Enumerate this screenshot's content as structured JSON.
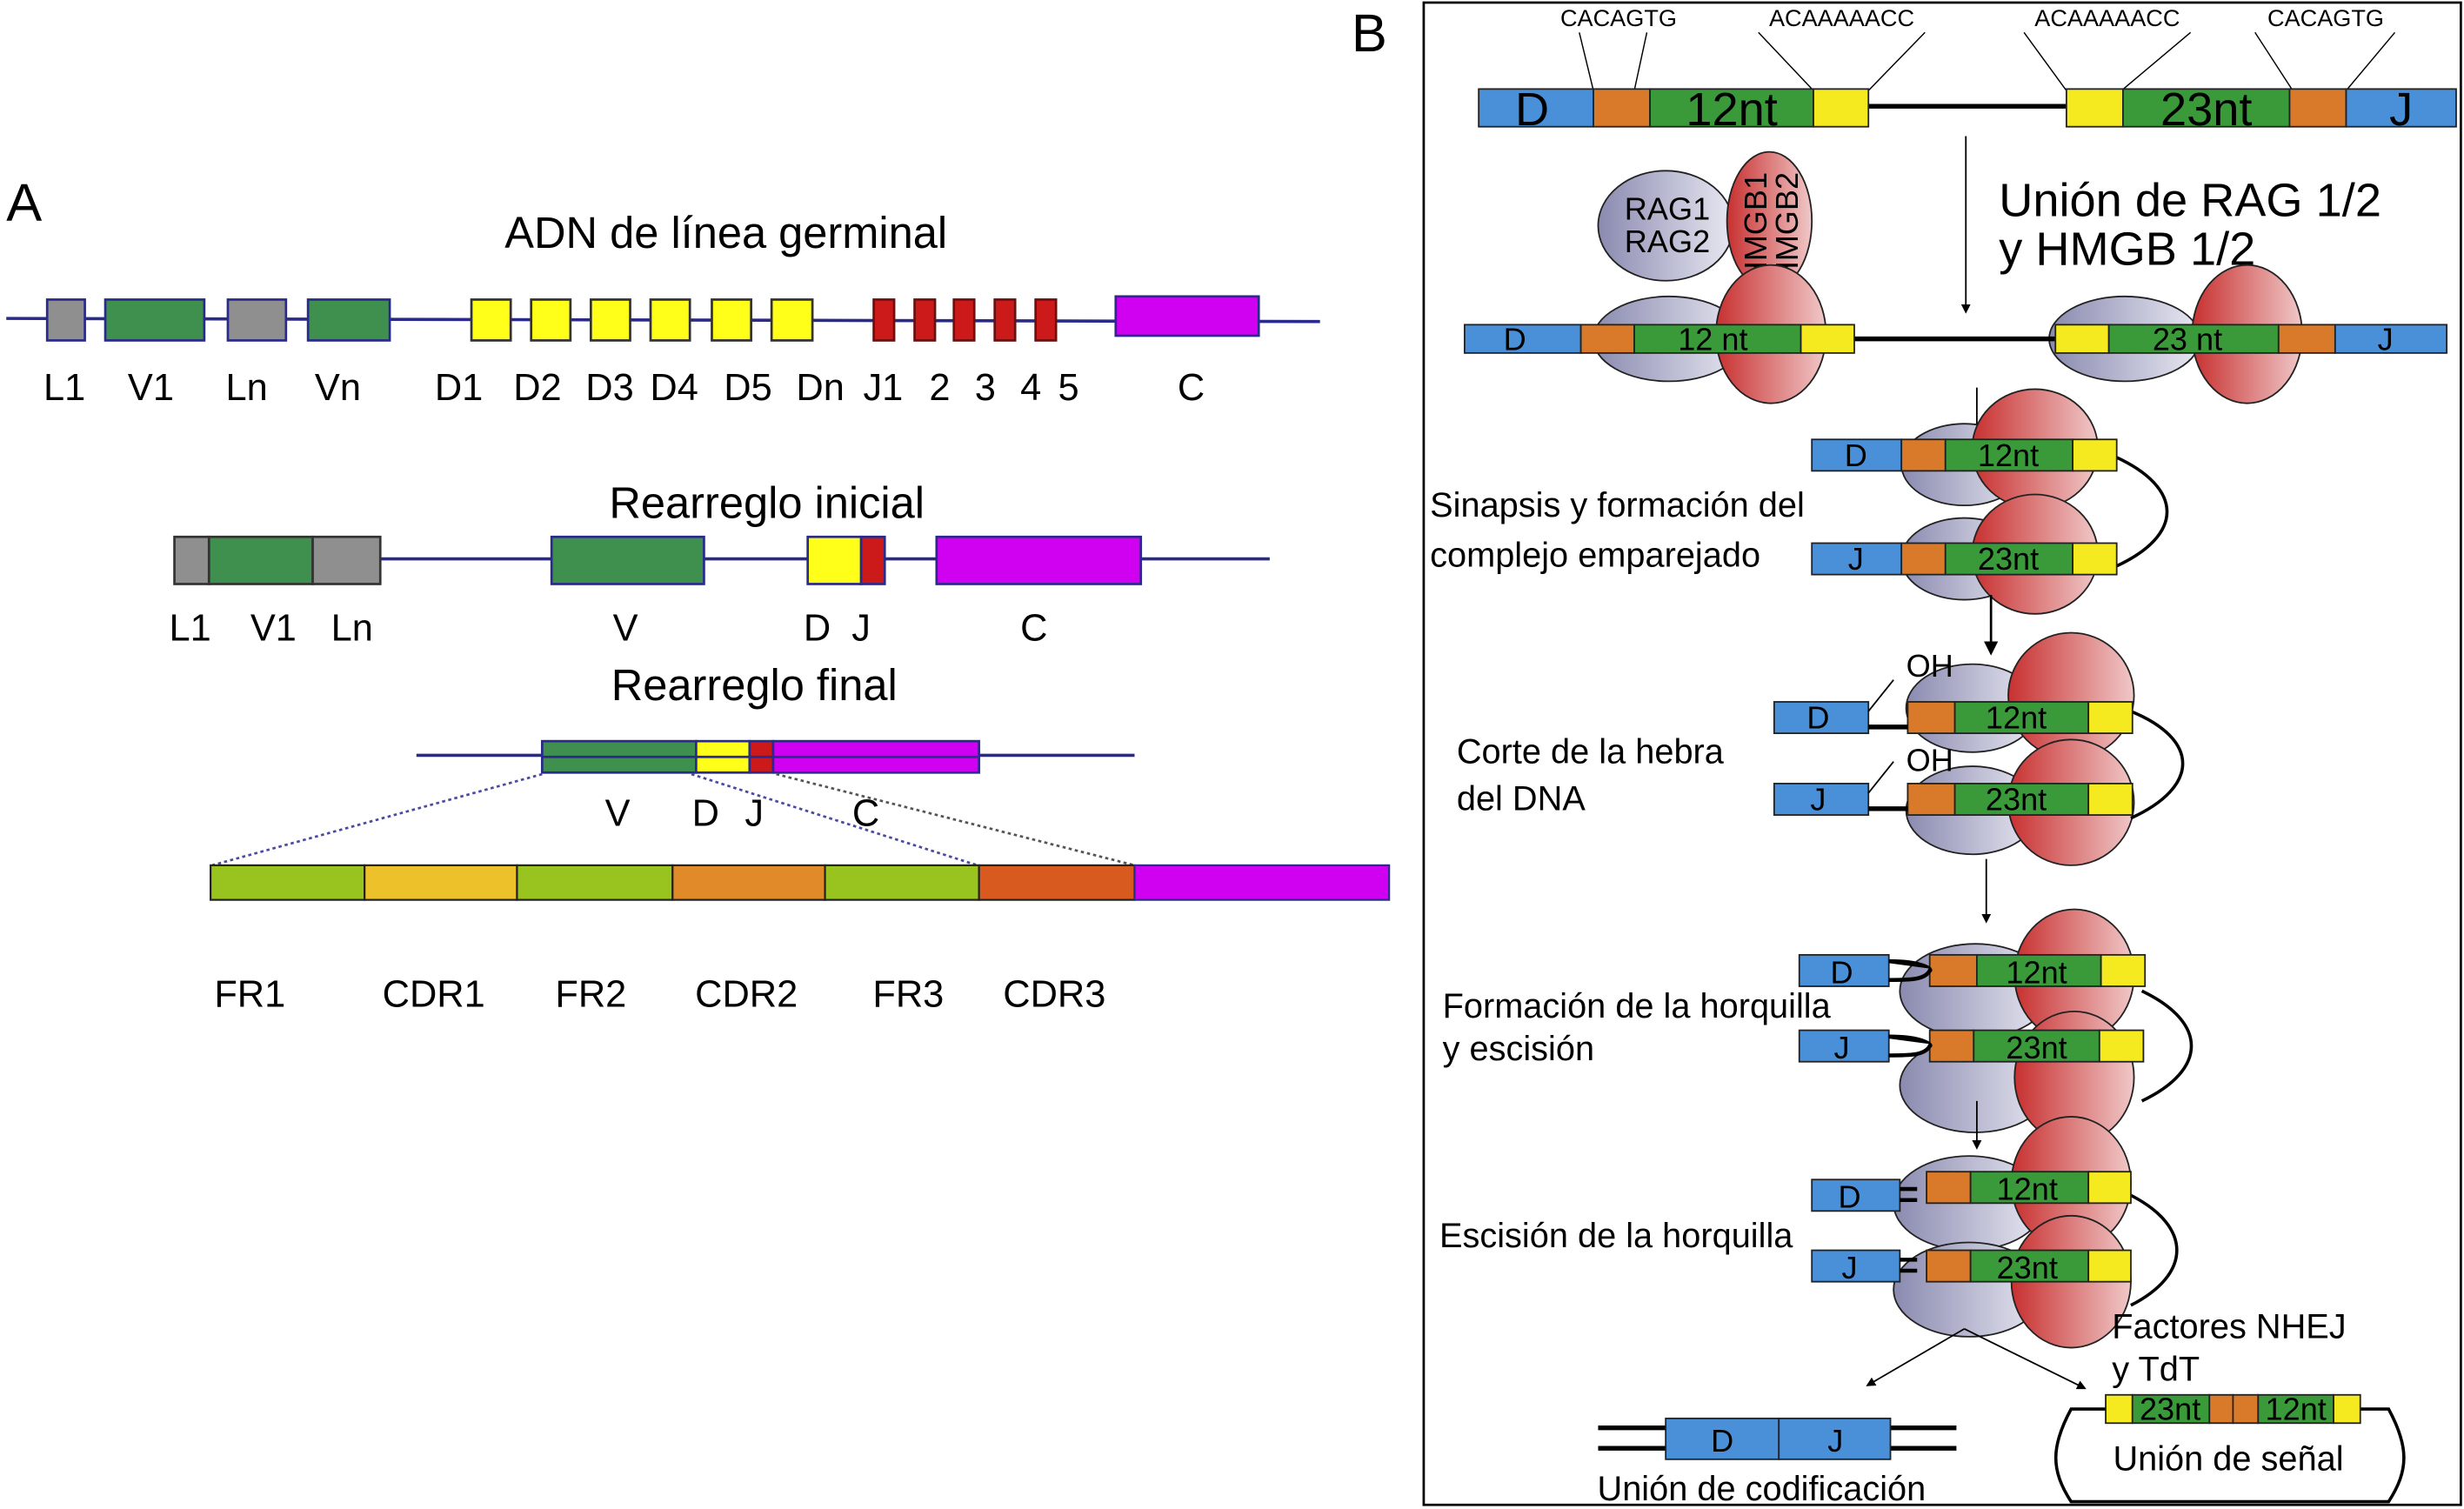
{
  "colors": {
    "gray_segment": "#8f8f8f",
    "v_segment": "#3f8f4f",
    "d_segment": "#ffff1a",
    "j_segment": "#cc1a1a",
    "c_segment": "#d000f0",
    "dna_line": "#2a2a8a",
    "fr": "#99c31f",
    "cdr1": "#ecc12a",
    "cdr2": "#e08a2a",
    "cdr3": "#d95a1f",
    "rss_blue": "#4a90d9",
    "rss_orange": "#d97a2a",
    "rss_green": "#3a9a3a",
    "rss_yellow": "#f5ea20",
    "rag": "#b7b7cf",
    "hmgb": "#d04a4a"
  },
  "panel_a": {
    "label": "A",
    "germline": {
      "title": "ADN de línea germinal",
      "labels": [
        "L1",
        "V1",
        "Ln",
        "Vn",
        "D1",
        "D2",
        "D3",
        "D4",
        "D5",
        "Dn",
        "J1",
        "2",
        "3",
        "4",
        "5",
        "C"
      ]
    },
    "initial": {
      "title": "Rearreglo inicial",
      "labels": [
        "L1",
        "V1",
        "Ln",
        "V",
        "D",
        "J",
        "C"
      ]
    },
    "final": {
      "title": "Rearreglo final",
      "labels": [
        "V",
        "D",
        "J",
        "C"
      ],
      "regions": [
        "FR1",
        "CDR1",
        "FR2",
        "CDR2",
        "FR3",
        "CDR3"
      ]
    }
  },
  "panel_b": {
    "label": "B",
    "rss": {
      "heptamer_left": "CACAGTG",
      "nonamer_left": "ACAAAAACC",
      "nonamer_right": "ACAAAAACC",
      "heptamer_right": "CACAGTG",
      "d": "D",
      "j": "J",
      "spacer12": "12nt",
      "spacer23": "23nt",
      "spacer12_sp": "12 nt",
      "spacer23_sp": "23 nt"
    },
    "proteins": {
      "rag1": "RAG1",
      "rag2": "RAG2",
      "hmgb1": "HMGB1",
      "hmgb2": "HMGB2"
    },
    "steps": {
      "binding_l1": "Unión de RAG 1/2",
      "binding_l2": "y HMGB 1/2",
      "synapsis_l1": "Sinapsis y formación del",
      "synapsis_l2": "complejo emparejado",
      "nick_l1": "Corte de la hebra",
      "nick_l2": "del DNA",
      "oh": "OH",
      "hairpin_l1": "Formación de la horquilla",
      "hairpin_l2": "y escisión",
      "hairpin_open": "Escisión de la horquilla",
      "nhej_l1": "Factores NHEJ",
      "nhej_l2": "y TdT",
      "coding_joint": "Unión de codificación",
      "signal_joint": "Unión de señal"
    }
  }
}
